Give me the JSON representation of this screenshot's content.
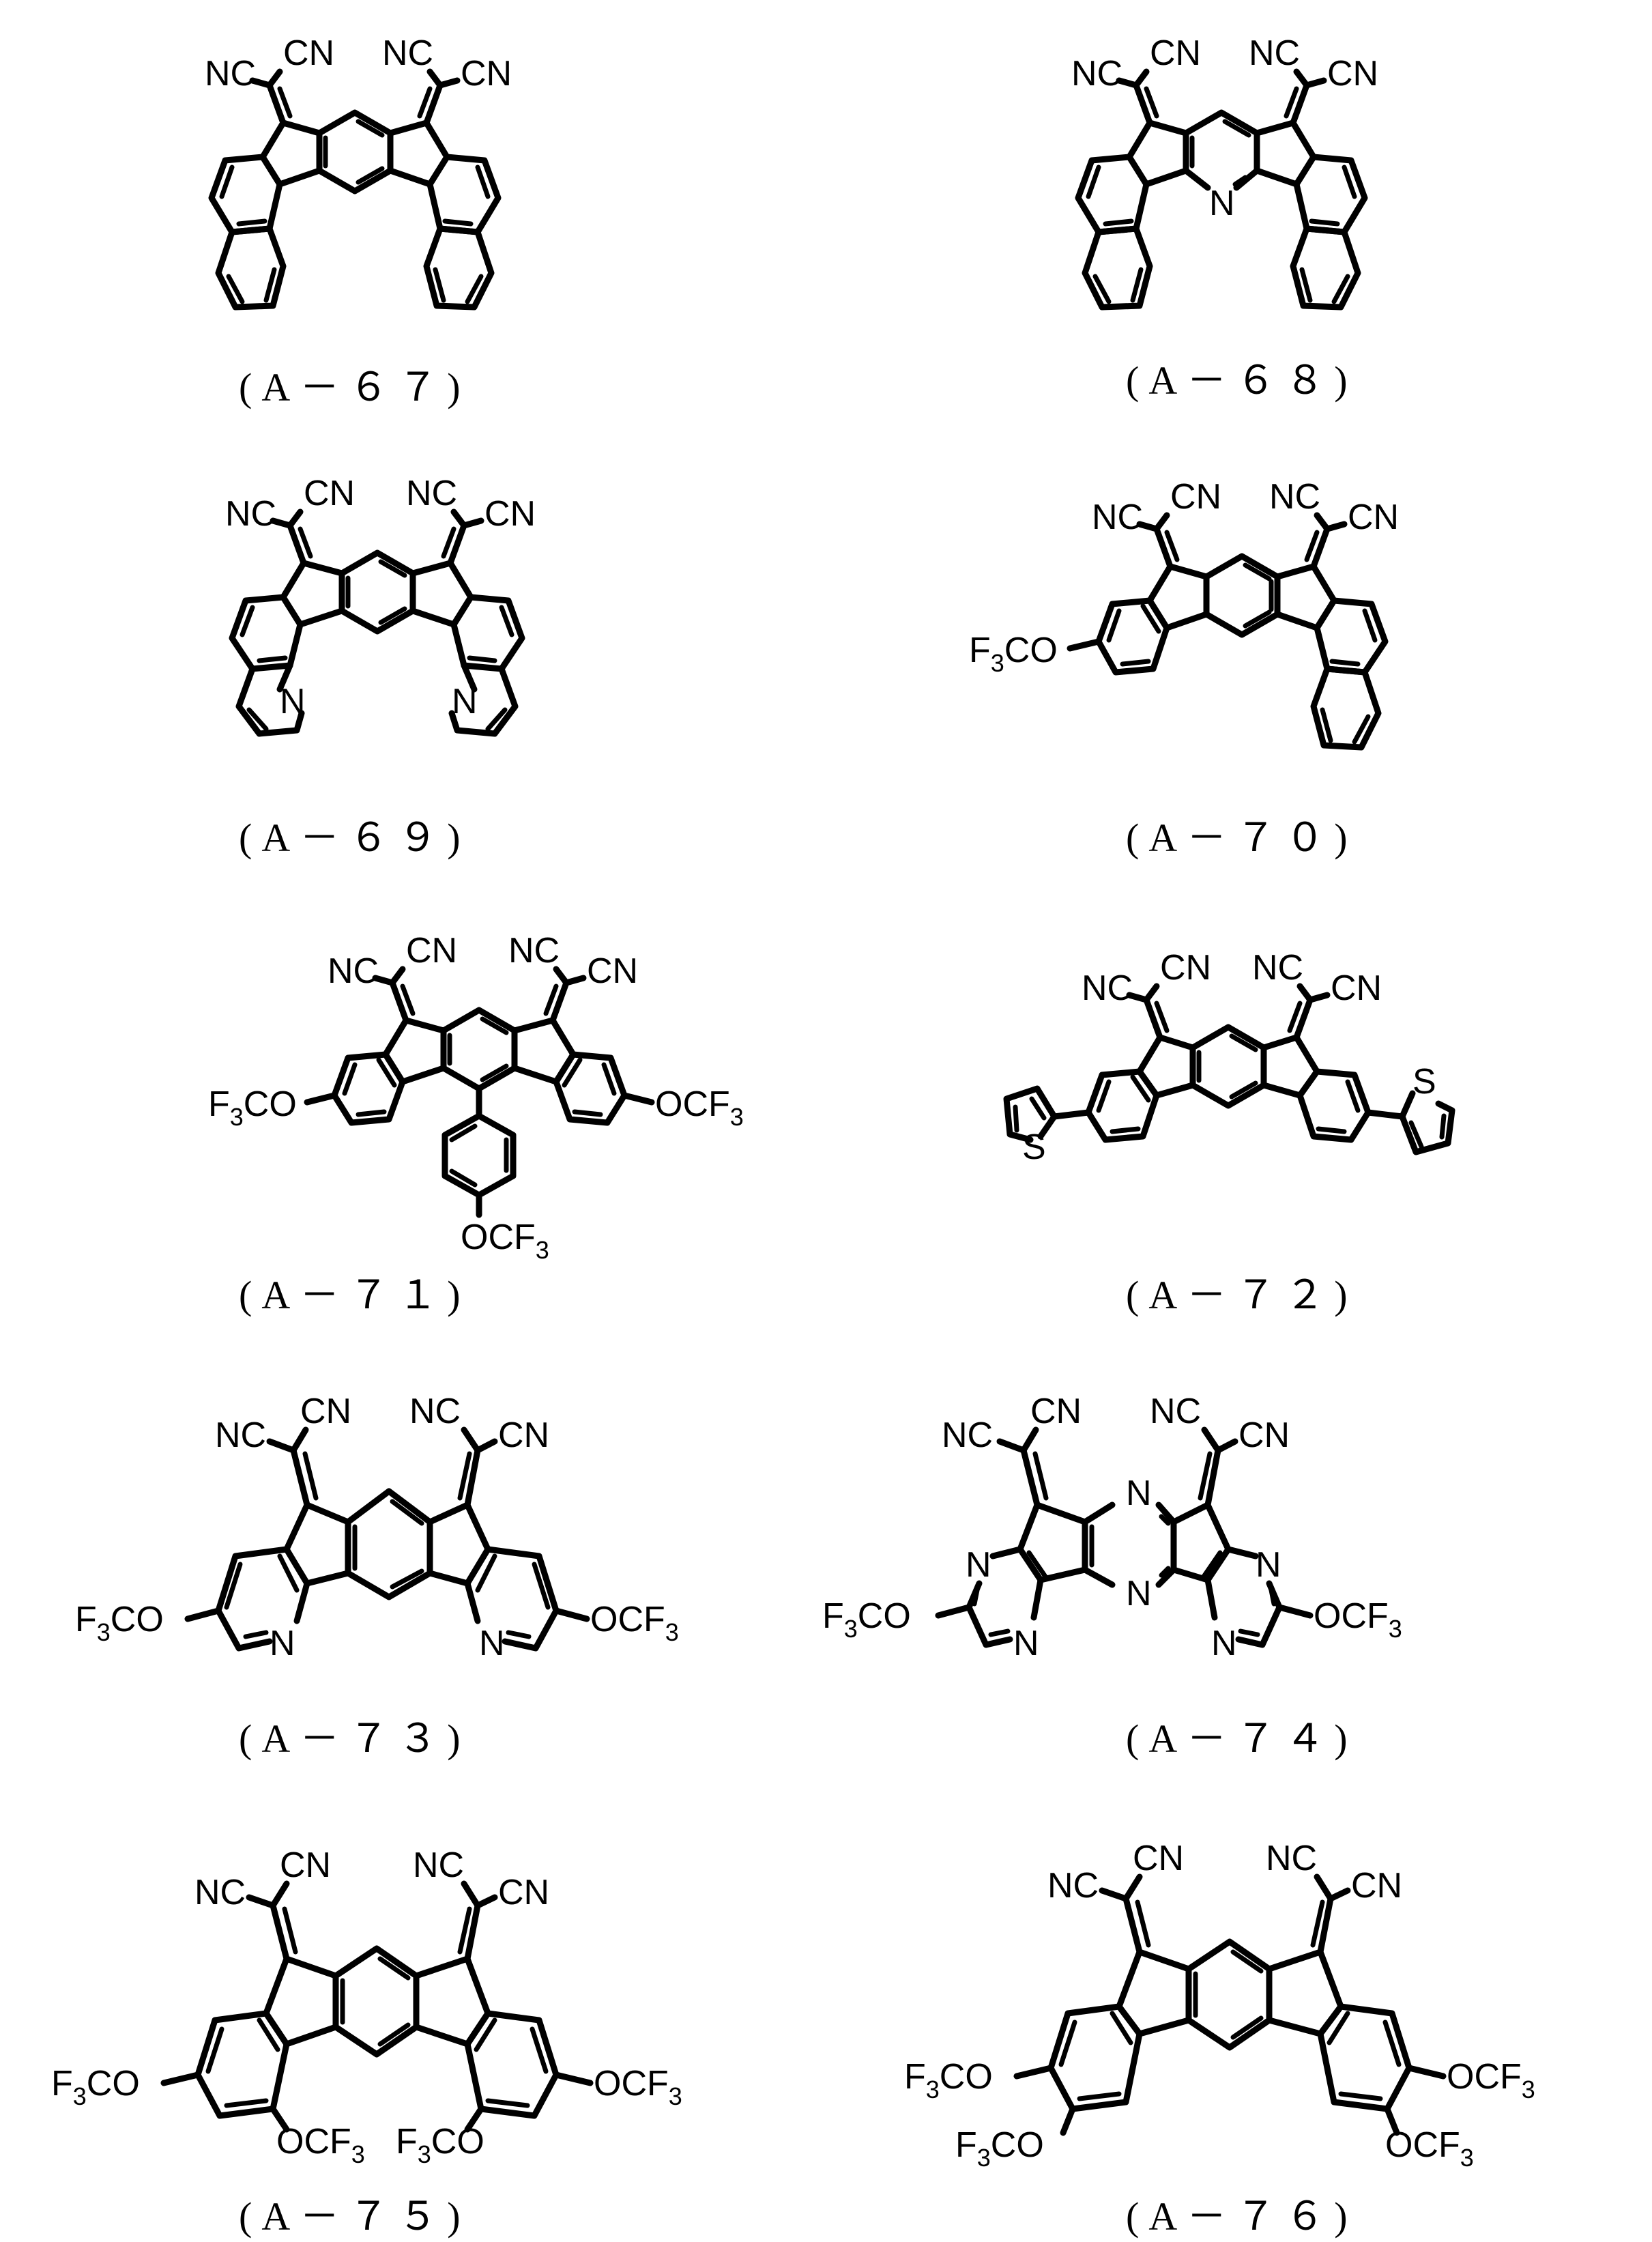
{
  "document": {
    "compounds": [
      {
        "id": "A-67",
        "label": "(A－６７)",
        "substituents": {
          "top_left_nc": "NC",
          "top_left_cn": "CN",
          "top_right_nc": "NC",
          "top_right_cn": "CN"
        },
        "hetero": []
      },
      {
        "id": "A-68",
        "label": "(A－６８)",
        "substituents": {
          "top_left_nc": "NC",
          "top_left_cn": "CN",
          "top_right_nc": "NC",
          "top_right_cn": "CN"
        },
        "hetero": [
          "N"
        ]
      },
      {
        "id": "A-69",
        "label": "(A－６９)",
        "substituents": {
          "top_left_nc": "NC",
          "top_left_cn": "CN",
          "top_right_nc": "NC",
          "top_right_cn": "CN"
        },
        "hetero": [
          "N",
          "N"
        ]
      },
      {
        "id": "A-70",
        "label": "(A－７０)",
        "substituents": {
          "top_left_nc": "NC",
          "top_left_cn": "CN",
          "top_right_nc": "NC",
          "top_right_cn": "CN",
          "left": "F3CO"
        },
        "hetero": []
      },
      {
        "id": "A-71",
        "label": "(A－７１)",
        "substituents": {
          "top_left_nc": "NC",
          "top_left_cn": "CN",
          "top_right_nc": "NC",
          "top_right_cn": "CN",
          "left": "F3CO",
          "right": "OCF3",
          "bottom": "OCF3"
        },
        "hetero": []
      },
      {
        "id": "A-72",
        "label": "(A－７２)",
        "substituents": {
          "top_left_nc": "NC",
          "top_left_cn": "CN",
          "top_right_nc": "NC",
          "top_right_cn": "CN",
          "left_thiophene_s": "S",
          "right_thiophene_s": "S"
        },
        "hetero": []
      },
      {
        "id": "A-73",
        "label": "(A－７３)",
        "substituents": {
          "top_left_nc": "NC",
          "top_left_cn": "CN",
          "top_right_nc": "NC",
          "top_right_cn": "CN",
          "left": "F3CO",
          "right": "OCF3"
        },
        "hetero": [
          "N",
          "N"
        ]
      },
      {
        "id": "A-74",
        "label": "(A－７４)",
        "substituents": {
          "top_left_nc": "NC",
          "top_left_cn": "CN",
          "top_right_nc": "NC",
          "top_right_cn": "CN",
          "left": "F3CO",
          "right": "OCF3"
        },
        "hetero": [
          "N",
          "N",
          "N",
          "N",
          "N",
          "N"
        ]
      },
      {
        "id": "A-75",
        "label": "(A－７５)",
        "substituents": {
          "top_left_nc": "NC",
          "top_left_cn": "CN",
          "top_right_nc": "NC",
          "top_right_cn": "CN",
          "left": "F3CO",
          "right": "OCF3",
          "bottom_left": "OCF3",
          "bottom_right": "F3CO"
        },
        "hetero": []
      },
      {
        "id": "A-76",
        "label": "(A－７６)",
        "substituents": {
          "top_left_nc": "NC",
          "top_left_cn": "CN",
          "top_right_nc": "NC",
          "top_right_cn": "CN",
          "left_upper": "F3CO",
          "left_lower": "F3CO",
          "right_upper": "OCF3",
          "right_lower": "OCF3"
        },
        "hetero": []
      }
    ],
    "text": {
      "nc": "NC",
      "cn": "CN",
      "n": "N",
      "s": "S",
      "f3co_f": "F",
      "f3co_3": "3",
      "f3co_co": "CO",
      "ocf3_ocf": "OCF",
      "ocf3_3": "3"
    }
  }
}
